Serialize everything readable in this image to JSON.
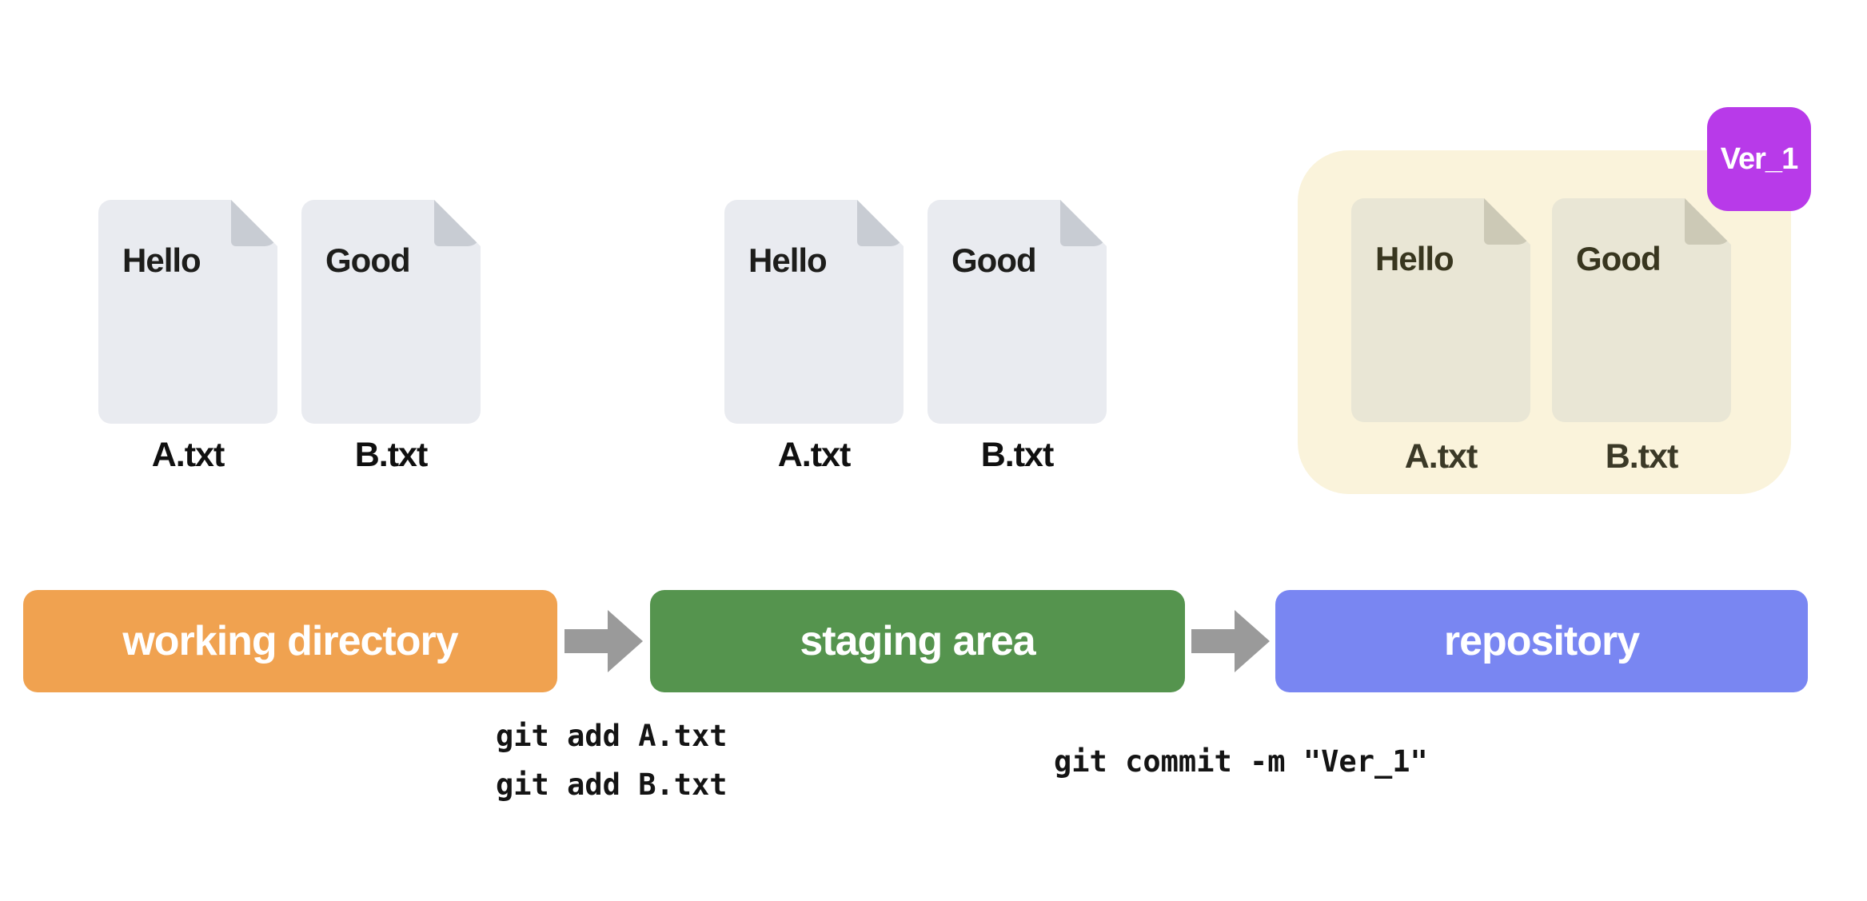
{
  "colors": {
    "stage_working": "#F0A250",
    "stage_staging": "#55944E",
    "stage_repository": "#7986F2",
    "version_badge": "#B83AE9",
    "repo_container": "#FAF3DB",
    "file_body": "#E9EBF0",
    "file_fold": "#C8CCD3",
    "repo_file_body": "#E9E6D5",
    "repo_file_fold": "#CCC9B6",
    "arrow": "#9A9A9A"
  },
  "working_directory": {
    "label": "working directory",
    "files": [
      {
        "content": "Hello",
        "name": "A.txt"
      },
      {
        "content": "Good",
        "name": "B.txt"
      }
    ]
  },
  "staging_area": {
    "label": "staging area",
    "files": [
      {
        "content": "Hello",
        "name": "A.txt"
      },
      {
        "content": "Good",
        "name": "B.txt"
      }
    ]
  },
  "repository": {
    "label": "repository",
    "version_tag": "Ver_1",
    "files": [
      {
        "content": "Hello",
        "name": "A.txt"
      },
      {
        "content": "Good",
        "name": "B.txt"
      }
    ]
  },
  "commands": {
    "add_line_1": "git add A.txt",
    "add_line_2": "git add B.txt",
    "commit": "git commit -m \"Ver_1\""
  }
}
